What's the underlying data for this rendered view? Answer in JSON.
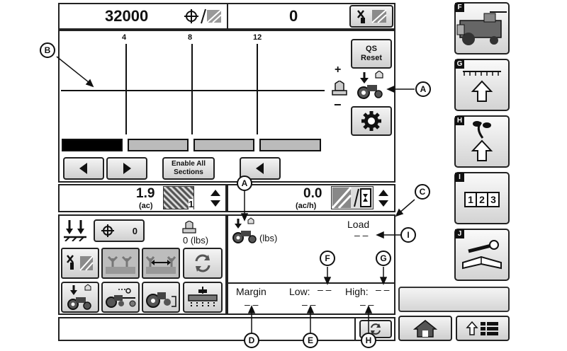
{
  "top_bar": {
    "rate_value": "32000",
    "target_value": "0"
  },
  "section_numbers": [
    "4",
    "8",
    "12"
  ],
  "qs_reset_label": "QS\nReset",
  "enable_all_label": "Enable All Sections",
  "plus_sign": "+",
  "minus_sign": "−",
  "area": {
    "value": "1.9",
    "unit": "(ac)",
    "sub": "1"
  },
  "work_rate": {
    "value": "0.0",
    "unit": "(ac/h)"
  },
  "left_info": {
    "counter_value": "0",
    "weight_label": "0 (lbs)"
  },
  "right_info": {
    "lbs_label": "(lbs)",
    "load_label": "Load",
    "load_value": "– –",
    "margin_label": "Margin",
    "margin_value": "– –",
    "low_label": "Low:",
    "low_dash": "– –",
    "low_value": "– –",
    "high_label": "High:",
    "high_dash": "– –",
    "high_value": "– –"
  },
  "side_tags": [
    "F",
    "G",
    "H",
    "I",
    "J"
  ],
  "side_counter": [
    "1",
    "2",
    "3"
  ],
  "callouts": [
    "A",
    "B",
    "A",
    "C",
    "I",
    "F",
    "G",
    "D",
    "E",
    "H"
  ]
}
